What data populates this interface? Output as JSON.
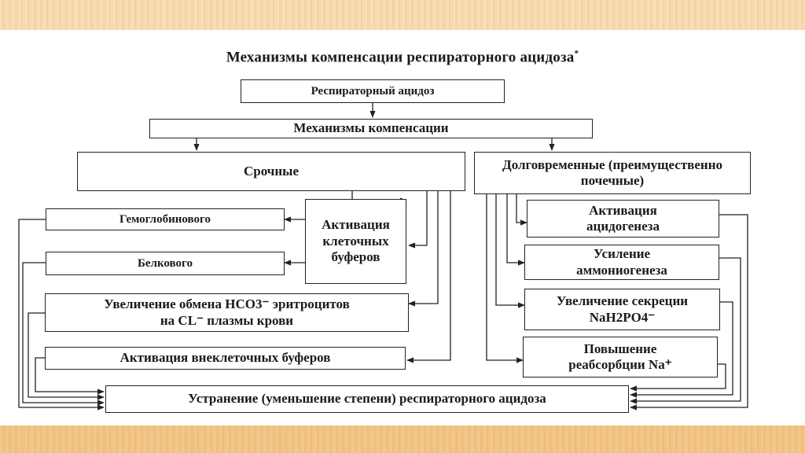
{
  "title": "Механизмы компенсации респираторного ацидоза",
  "title_mark": "*",
  "boxes": {
    "root": "Респираторный ацидоз",
    "mechanisms": "Механизмы компенсации",
    "urgent": "Срочные",
    "longterm": "Долговременные (преимущественно почечные)",
    "hemoglobin": "Гемоглобинового",
    "protein": "Белкового",
    "cell_buffers": "Активация клеточных буферов",
    "exchange_line1": "Увеличение обмена HCO3⁻ эритроцитов",
    "exchange_line2": "на CL⁻ плазмы крови",
    "extracellular": "Активация внеклеточных буферов",
    "acidogenesis": "Активация ацидогенеза",
    "ammoniogenesis": "Усиление аммониогенеза",
    "secretion_line1": "Увеличение секреции",
    "secretion_line2": "NaH2PO4⁻",
    "reabsorption_line1": "Повышение",
    "reabsorption_line2": "реабсорбции Na⁺",
    "result": "Устранение (уменьшение степени) респираторного ацидоза"
  }
}
